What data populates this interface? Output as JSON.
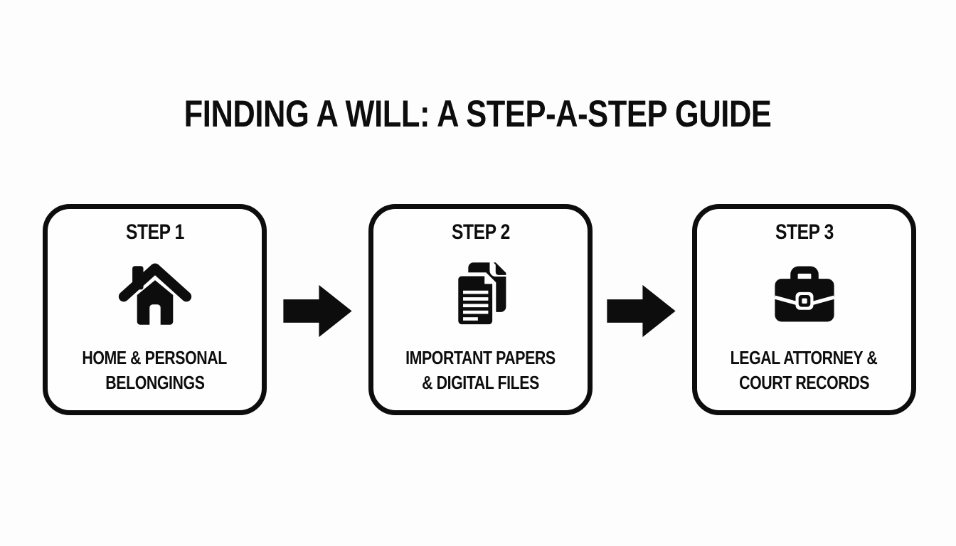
{
  "title": "FINDING A WILL: A STEP-A-STEP GUIDE",
  "steps": [
    {
      "header": "STEP 1",
      "icon": "home-icon",
      "label_lines": [
        "HOME & PERSONAL",
        "BELONGINGS"
      ]
    },
    {
      "header": "STEP 2",
      "icon": "documents-icon",
      "label_lines": [
        "IMPORTANT PAPERS",
        "& DIGITAL FILES"
      ]
    },
    {
      "header": "STEP 3",
      "icon": "briefcase-icon",
      "label_lines": [
        "LEGAL ATTORNEY &",
        "COURT RECORDS"
      ]
    }
  ],
  "colors": {
    "ink": "#0d0d0d",
    "background": "#fdfdfd",
    "box_fill": "#fefefe"
  }
}
